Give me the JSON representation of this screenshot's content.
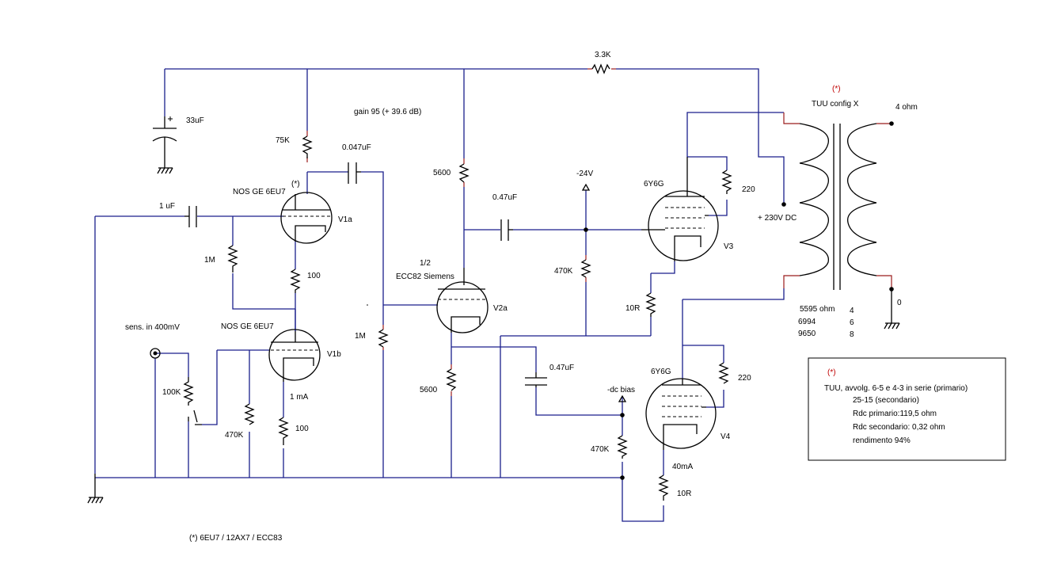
{
  "labels": {
    "gain": "gain 95 (+ 39.6 dB)",
    "c_33uF": "33uF",
    "r_75K": "75K",
    "c_047_top": "0.047uF",
    "tube_v1a_name": "NOS GE  6EU7",
    "tube_v1a_mark": "(*)",
    "v1a": "V1a",
    "c_1uF": "1 uF",
    "r_1M_left": "1M",
    "r_100_a": "100",
    "sens": "sens. in 400mV",
    "tube_v1b_name": "NOS GE   6EU7",
    "v1b": "V1b",
    "r_100K": "100K",
    "r_470K_left": "470K",
    "ma1": "1 mA",
    "r_100_b": "100",
    "r_1M_mid": "1M",
    "r_5600_top": "5600",
    "half": "1/2",
    "ecc82": "ECC82 Siemens",
    "v2a": "V2a",
    "r_5600_bot": "5600",
    "c_047_mid": "0.47uF",
    "c_047_low": "0.47uF",
    "neg24": "-24V",
    "r_470K_mid": "470K",
    "r_3k3": "3.3K",
    "tube_6y6g_top": "6Y6G",
    "r_220_top": "220",
    "v3": "V3",
    "r_10R_top": "10R",
    "hv": "+ 230V DC",
    "dc_bias": "-dc bias",
    "tube_6y6g_bot": "6Y6G",
    "r_220_bot": "220",
    "v4": "V4",
    "r_470K_bot": "470K",
    "ma40": "40mA",
    "r_10R_bot": "10R",
    "tuu_mark": "(*)",
    "tuu": "TUU  config X",
    "ohm4": "4 ohm",
    "zero": "0",
    "imp1": "5595 ohm",
    "imp1v": "4",
    "imp2": "6994",
    "imp2v": "6",
    "imp3": "9650",
    "imp3v": "8",
    "footnote": "(*)   6EU7 / 12AX7 / ECC83"
  },
  "notes": {
    "mark": "(*)",
    "line1": "TUU, avvolg. 6-5 e 4-3 in serie (primario)",
    "line2": "25-15 (secondario)",
    "line3": "Rdc primario:119,5 ohm",
    "line4": "Rdc secondario: 0,32 ohm",
    "line5": "rendimento 94%"
  },
  "colors": {
    "wire": "#1a1f8c",
    "lead": "#9b1c1c",
    "mark": "#c00000"
  }
}
